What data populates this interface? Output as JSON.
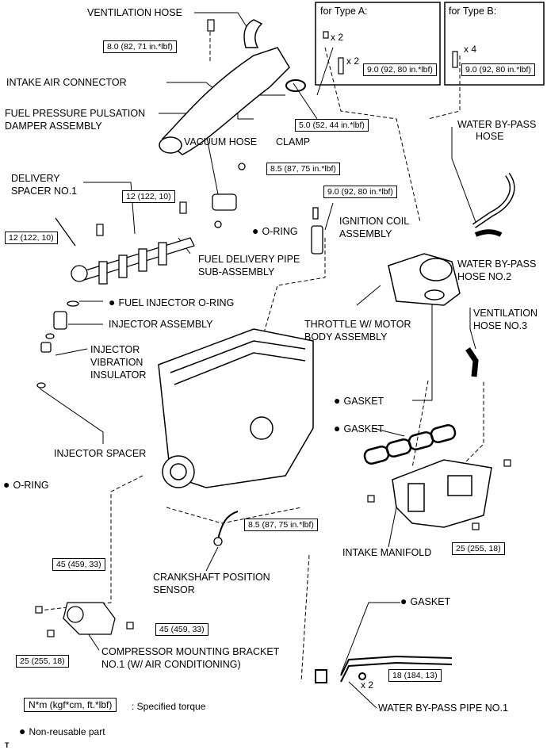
{
  "labels": {
    "ventilation_hose": "VENTILATION HOSE",
    "intake_air_connector": "INTAKE AIR CONNECTOR",
    "fuel_pressure_damper_1": "FUEL PRESSURE PULSATION",
    "fuel_pressure_damper_2": "DAMPER ASSEMBLY",
    "vacuum_hose": "VACUUM HOSE",
    "clamp": "CLAMP",
    "water_bypass_hose_1": "WATER BY-PASS",
    "water_bypass_hose_2": "HOSE",
    "delivery_spacer_1": "DELIVERY",
    "delivery_spacer_2": "SPACER NO.1",
    "o_ring_top": "O-RING",
    "ignition_coil_1": "IGNITION COIL",
    "ignition_coil_2": "ASSEMBLY",
    "fuel_delivery_pipe_1": "FUEL DELIVERY PIPE",
    "fuel_delivery_pipe_2": "SUB-ASSEMBLY",
    "water_bypass_hose2_1": "WATER BY-PASS",
    "water_bypass_hose2_2": "HOSE NO.2",
    "fuel_injector_o_ring": "FUEL INJECTOR O-RING",
    "injector_assembly": "INJECTOR ASSEMBLY",
    "injector_vibration_1": "INJECTOR",
    "injector_vibration_2": "VIBRATION",
    "injector_vibration_3": "INSULATOR",
    "ventilation_hose3_1": "VENTILATION",
    "ventilation_hose3_2": "HOSE NO.3",
    "throttle_body_1": "THROTTLE W/ MOTOR",
    "throttle_body_2": "BODY ASSEMBLY",
    "gasket_1": "GASKET",
    "gasket_2": "GASKET",
    "injector_spacer": "INJECTOR SPACER",
    "o_ring_bottom": "O-RING",
    "intake_manifold": "INTAKE MANIFOLD",
    "crankshaft_sensor_1": "CRANKSHAFT POSITION",
    "crankshaft_sensor_2": "SENSOR",
    "gasket_3": "GASKET",
    "compressor_bracket_1": "COMPRESSOR MOUNTING BRACKET",
    "compressor_bracket_2": "NO.1 (W/ AIR CONDITIONING)",
    "water_bypass_pipe": "WATER BY-PASS PIPE NO.1",
    "type_a": "for Type A:",
    "type_b": "for Type B:"
  },
  "torques": {
    "vent_hose": "8.0 (82, 71 in.*lbf)",
    "clamp": "5.0 (52, 44 in.*lbf)",
    "damper": "8.5 (87, 75 in.*lbf)",
    "ignition": "9.0 (92, 80 in.*lbf)",
    "spacer_upper": "12 (122, 10)",
    "spacer_left": "12 (122, 10)",
    "type_a": "9.0 (92, 80 in.*lbf)",
    "type_b": "9.0 (92, 80 in.*lbf)",
    "crank_sensor": "8.5 (87, 75 in.*lbf)",
    "manifold": "25 (255, 18)",
    "bracket_top": "45 (459, 33)",
    "bracket_right": "45 (459, 33)",
    "bracket_left": "25 (255, 18)",
    "bypass_pipe": "18 (184, 13)"
  },
  "multipliers": {
    "type_a_top": "x 2",
    "type_a_bottom": "x 2",
    "type_b": "x 4",
    "bypass_pipe": "x 2"
  },
  "legend": {
    "torque_format": "N*m (kgf*cm, ft.*lbf)",
    "torque_desc": ": Specified torque",
    "non_reusable": "Non-reusable part",
    "corner_mark": "T"
  }
}
